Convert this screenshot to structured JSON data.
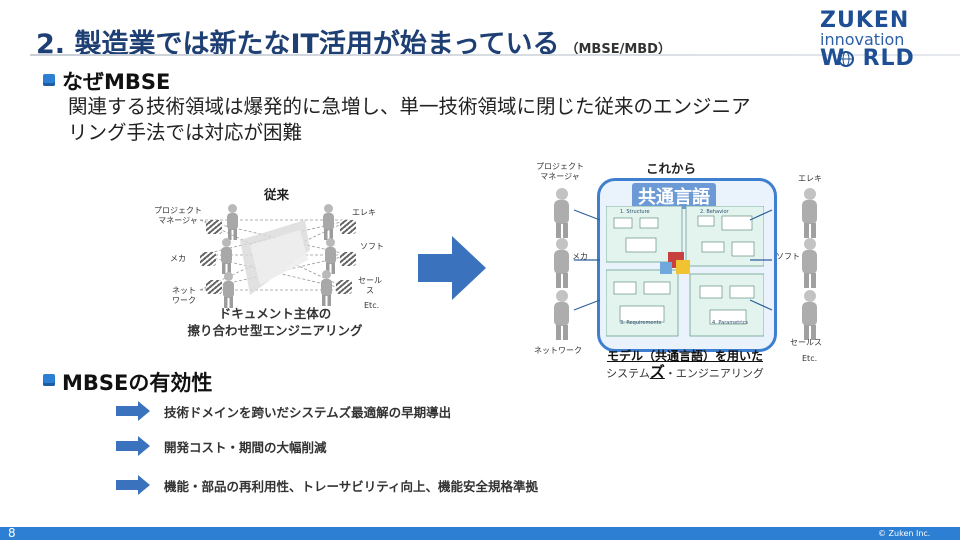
{
  "header": {
    "title": "2. 製造業では新たなIT活用が始まっている",
    "subtitle": "（MBSE/MBD）",
    "logo": {
      "line1": "ZUKEN",
      "line2": "innovation",
      "line3": "W  RLD"
    }
  },
  "section_why": {
    "heading": "なぜMBSE",
    "body_line1": "関連する技術領域は爆発的に急増し、単一技術領域に閉じた従来のエンジニア",
    "body_line2": "リング手法では対応が困難"
  },
  "figure_conventional": {
    "title": "従来",
    "labels": {
      "pm": "プロジェクト\nマネージャ",
      "mecha": "メカ",
      "network": "ネット\nワーク",
      "electric": "エレキ",
      "software": "ソフト",
      "sales": "セール\nス",
      "etc": "Etc."
    },
    "caption_line1": "ドキュメント主体の",
    "caption_line2": "擦り合わせ型エンジニアリング"
  },
  "figure_future": {
    "title": "これから",
    "common_language": "共通言語",
    "labels": {
      "pm": "プロジェクト\nマネージャ",
      "mecha": "メカ",
      "network": "ネットワーク",
      "electric": "エレキ",
      "software": "ソフト",
      "sales": "セールス",
      "etc": "Etc."
    },
    "caption_line1": "モデル（共通言語）を用いた",
    "caption_line2_a": "システム",
    "caption_line2_b": "ズ",
    "caption_line2_c": "・エンジニアリング",
    "diagram_labels": {
      "d1": "1. Structure",
      "d2": "2. Behavior",
      "d3": "3. Requirements",
      "d4": "4. Parametrics"
    }
  },
  "section_effect": {
    "heading": "MBSEの有効性",
    "items": [
      "技術ドメインを跨いだシステムズ最適解の早期導出",
      "開発コスト・期間の大幅削減",
      "機能・部品の再利用性、トレーサビリティ向上、機能安全規格準拠"
    ]
  },
  "footer": {
    "page": "8",
    "copyright": "© Zuken Inc."
  },
  "colors": {
    "accent": "#2c7fd3",
    "title": "#1e3f73",
    "arrow": "#3b72bd"
  }
}
